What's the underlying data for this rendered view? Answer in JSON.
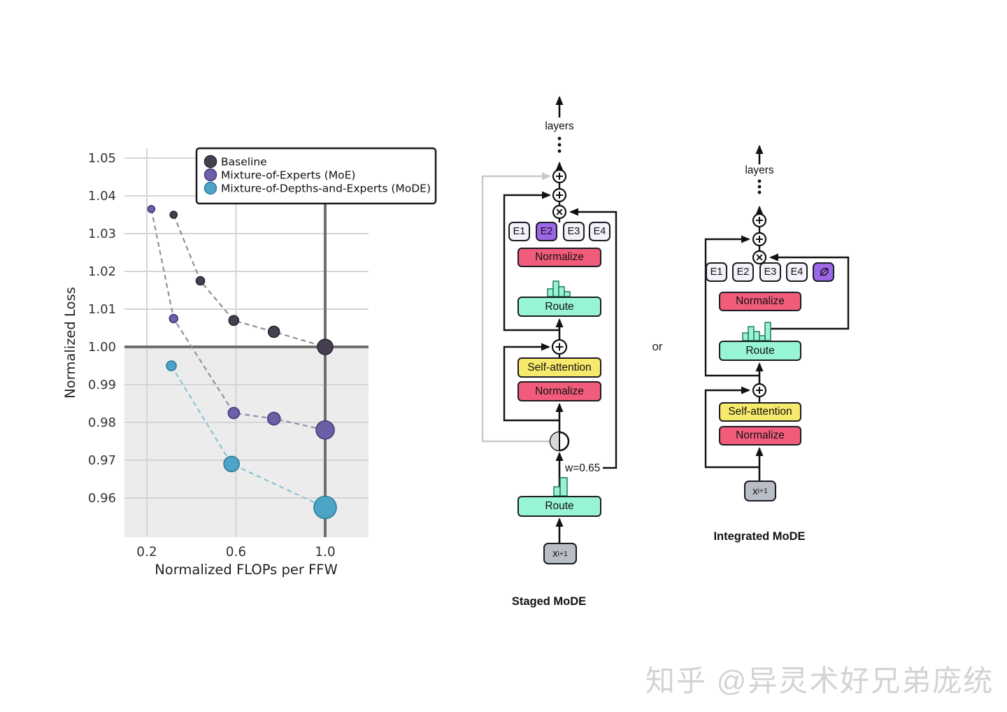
{
  "chart_data": {
    "type": "scatter",
    "title": "",
    "xlabel": "Normalized FLOPs per FFW",
    "ylabel": "Normalized Loss",
    "xticks": [
      0.2,
      0.6,
      1.0
    ],
    "yticks": [
      1.05,
      1.04,
      1.03,
      1.02,
      1.01,
      1.0,
      0.99,
      0.98,
      0.97,
      0.96
    ],
    "xlim": [
      0.1,
      1.2
    ],
    "ylim": [
      0.9525,
      1.0555
    ],
    "grid": true,
    "shaded_below": 1.0,
    "reference_lines": {
      "x": 1.0,
      "y": 1.0
    },
    "legend_position": "top-center",
    "series": [
      {
        "name": "Baseline",
        "color": "#453f4f",
        "edge_color": "#28242f",
        "line_color": "#8f8d99",
        "x": [
          0.32,
          0.44,
          0.59,
          0.77,
          1.0
        ],
        "y": [
          1.035,
          1.0175,
          1.007,
          1.004,
          1.0
        ],
        "marker_radius": [
          5,
          6,
          7,
          8,
          11
        ]
      },
      {
        "name": "Mixture-of-Experts (MoE)",
        "color": "#6b60a8",
        "edge_color": "#453a78",
        "line_color": "#948dab",
        "x": [
          0.22,
          0.32,
          0.59,
          0.77,
          1.0
        ],
        "y": [
          1.0365,
          1.0075,
          0.9825,
          0.981,
          0.978
        ],
        "marker_radius": [
          5,
          6,
          8,
          9,
          13
        ]
      },
      {
        "name": "Mixture-of-Depths-and-Experts (MoDE)",
        "color": "#4da4c6",
        "edge_color": "#2e7b99",
        "line_color": "#8cc3d4",
        "x": [
          0.31,
          0.58,
          1.0
        ],
        "y": [
          0.995,
          0.969,
          0.9575
        ],
        "marker_radius": [
          7,
          11,
          16
        ]
      }
    ]
  },
  "staged": {
    "title": "Staged MoDE",
    "layers_label": "layers",
    "experts": [
      "E1",
      "E2",
      "E3",
      "E4"
    ],
    "highlighted_expert": "E2",
    "boxes": {
      "normalize": "Normalize",
      "route": "Route",
      "self_attention": "Self-attention"
    },
    "weight_label": "w=0.65",
    "input": {
      "base": "x",
      "sub": "i+1"
    }
  },
  "or_label": "or",
  "integrated": {
    "title": "Integrated MoDE",
    "layers_label": "layers",
    "experts": [
      "E1",
      "E2",
      "E3",
      "E4",
      "∅"
    ],
    "highlighted_expert": "∅",
    "boxes": {
      "normalize": "Normalize",
      "route": "Route",
      "self_attention": "Self-attention"
    },
    "input": {
      "base": "x",
      "sub": "i+1"
    }
  },
  "watermark": {
    "text": "知乎 @异灵术好兄弟庞统"
  },
  "colors": {
    "box_red": "#f25c7b",
    "box_mint": "#97f4d4",
    "box_yellow": "#f7e96b",
    "expert_purple": "#9d68e8",
    "input_gray": "#b9bec6",
    "skip_gray_line": "#c9c9c9",
    "shade": "#ececec",
    "ref_line": "#6e6e6e"
  }
}
